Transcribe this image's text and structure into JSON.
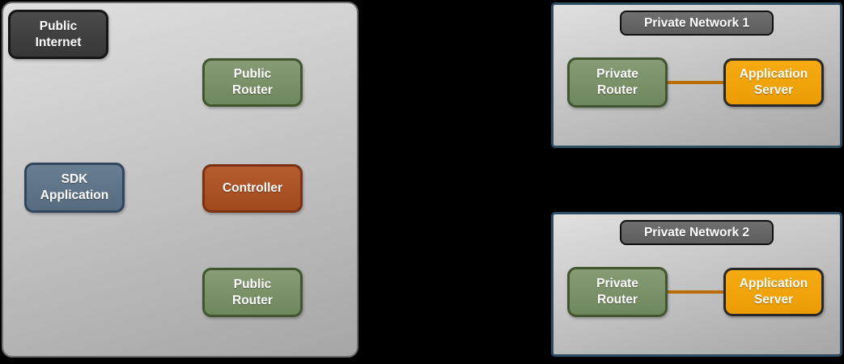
{
  "colors": {
    "background": "#000000",
    "area_fill_top": "#e0e0e0",
    "area_fill_bottom": "#a6a6a6",
    "area_border": "#6e6e6e",
    "private_area_border": "#2c4d63",
    "dark_fill_top": "#4b4b4b",
    "dark_fill_bottom": "#373737",
    "dark_border": "#161616",
    "green_fill_top": "#879c76",
    "green_fill_bottom": "#6f875c",
    "green_border": "#41562f",
    "slate_fill_top": "#697e93",
    "slate_fill_bottom": "#566b80",
    "slate_border": "#32465b",
    "rust_fill_top": "#b65c2f",
    "rust_fill_bottom": "#a04a1e",
    "rust_border": "#7a3214",
    "orange_fill_top": "#f6ab12",
    "orange_fill_bottom": "#eb9c04",
    "orange_border": "#282828",
    "title_fill_top": "#6f6f6f",
    "title_fill_bottom": "#5d5d5d",
    "title_border": "#101010",
    "connector": "#bb6d00",
    "label_text": "#ffffff"
  },
  "public_area": {
    "nodes": {
      "public_internet": "Public\nInternet",
      "public_router_top": "Public\nRouter",
      "sdk_application": "SDK\nApplication",
      "controller": "Controller",
      "public_router_bottom": "Public\nRouter"
    }
  },
  "private_networks": [
    {
      "title": "Private Network 1",
      "router": "Private\nRouter",
      "server": "Application\nServer"
    },
    {
      "title": "Private Network 2",
      "router": "Private\nRouter",
      "server": "Application\nServer"
    }
  ]
}
